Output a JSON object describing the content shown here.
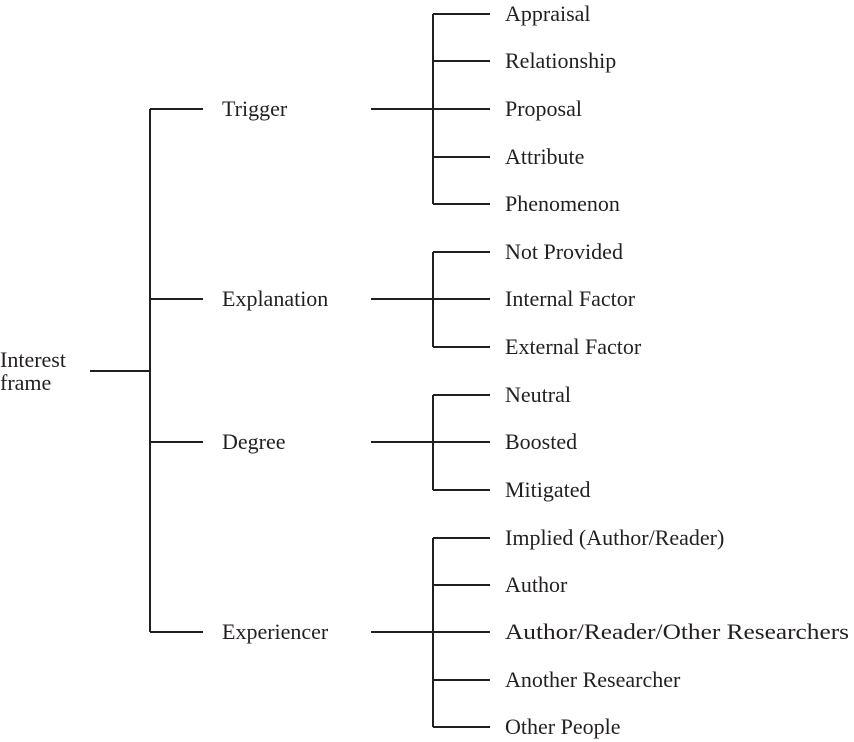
{
  "root": {
    "lines": [
      "Interest",
      "frame"
    ]
  },
  "branches": [
    {
      "label": "Trigger",
      "children": [
        "Appraisal",
        "Relationship",
        "Proposal",
        "Attribute",
        "Phenomenon"
      ]
    },
    {
      "label": "Explanation",
      "children": [
        "Not Provided",
        "Internal Factor",
        "External Factor"
      ]
    },
    {
      "label": "Degree",
      "children": [
        "Neutral",
        "Boosted",
        "Mitigated"
      ]
    },
    {
      "label": "Experiencer",
      "children": [
        "Implied (Author/Reader)",
        "Author",
        "Author/Reader/Other Researchers",
        "Another Researcher",
        "Other People"
      ]
    }
  ]
}
